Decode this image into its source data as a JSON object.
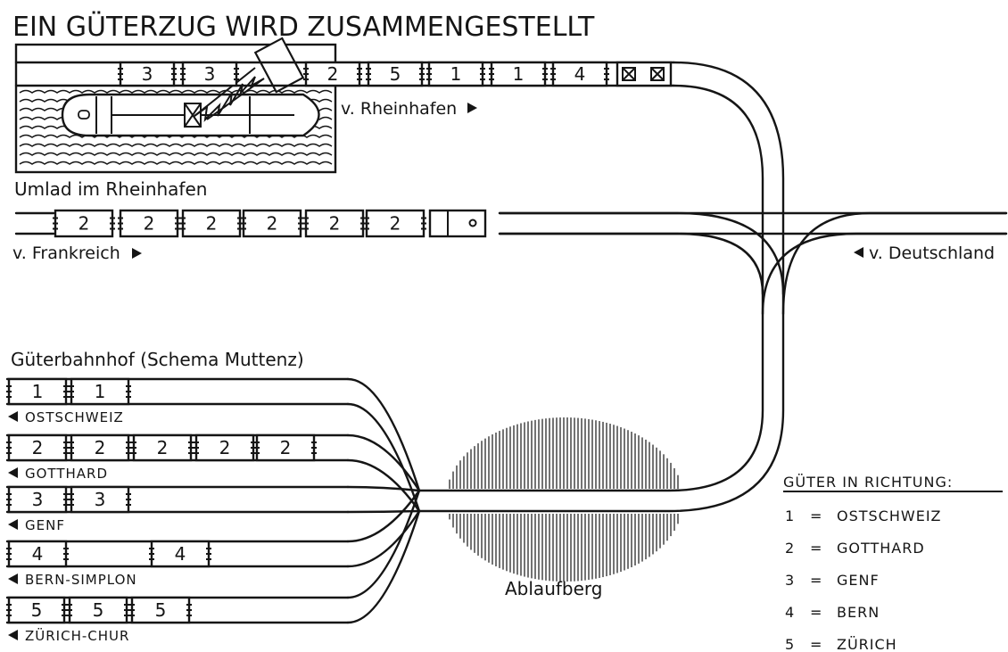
{
  "title": "EIN GÜTERZUG WIRD ZUSAMMENGESTELLT",
  "labels": {
    "rheinhafen_caption": "Umlad im Rheinhafen",
    "from_rheinhafen": "v. Rheinhafen",
    "from_frankreich": "v. Frankreich",
    "from_deutschland": "v. Deutschland",
    "yard_caption": "Güterbahnhof (Schema Muttenz)",
    "hump": "Ablaufberg"
  },
  "trains": {
    "rheinhafen": [
      "3",
      "3",
      "2",
      "5",
      "1",
      "1",
      "4"
    ],
    "frankreich": [
      "2",
      "2",
      "2",
      "2",
      "2",
      "2"
    ]
  },
  "yard_tracks": [
    {
      "destination": "OSTSCHWEIZ",
      "cars": [
        "1",
        "1"
      ]
    },
    {
      "destination": "GOTTHARD",
      "cars": [
        "2",
        "2",
        "2",
        "2",
        "2"
      ]
    },
    {
      "destination": "GENF",
      "cars": [
        "3",
        "3"
      ]
    },
    {
      "destination": "BERN-SIMPLON",
      "cars": [
        "4",
        "4"
      ]
    },
    {
      "destination": "ZÜRICH-CHUR",
      "cars": [
        "5",
        "5",
        "5"
      ]
    }
  ],
  "legend": {
    "title": "GÜTER IN RICHTUNG:",
    "items": [
      {
        "num": "1",
        "eq": "=",
        "name": "OSTSCHWEIZ"
      },
      {
        "num": "2",
        "eq": "=",
        "name": "GOTTHARD"
      },
      {
        "num": "3",
        "eq": "=",
        "name": "GENF"
      },
      {
        "num": "4",
        "eq": "=",
        "name": "BERN"
      },
      {
        "num": "5",
        "eq": "=",
        "name": "ZÜRICH"
      }
    ]
  }
}
